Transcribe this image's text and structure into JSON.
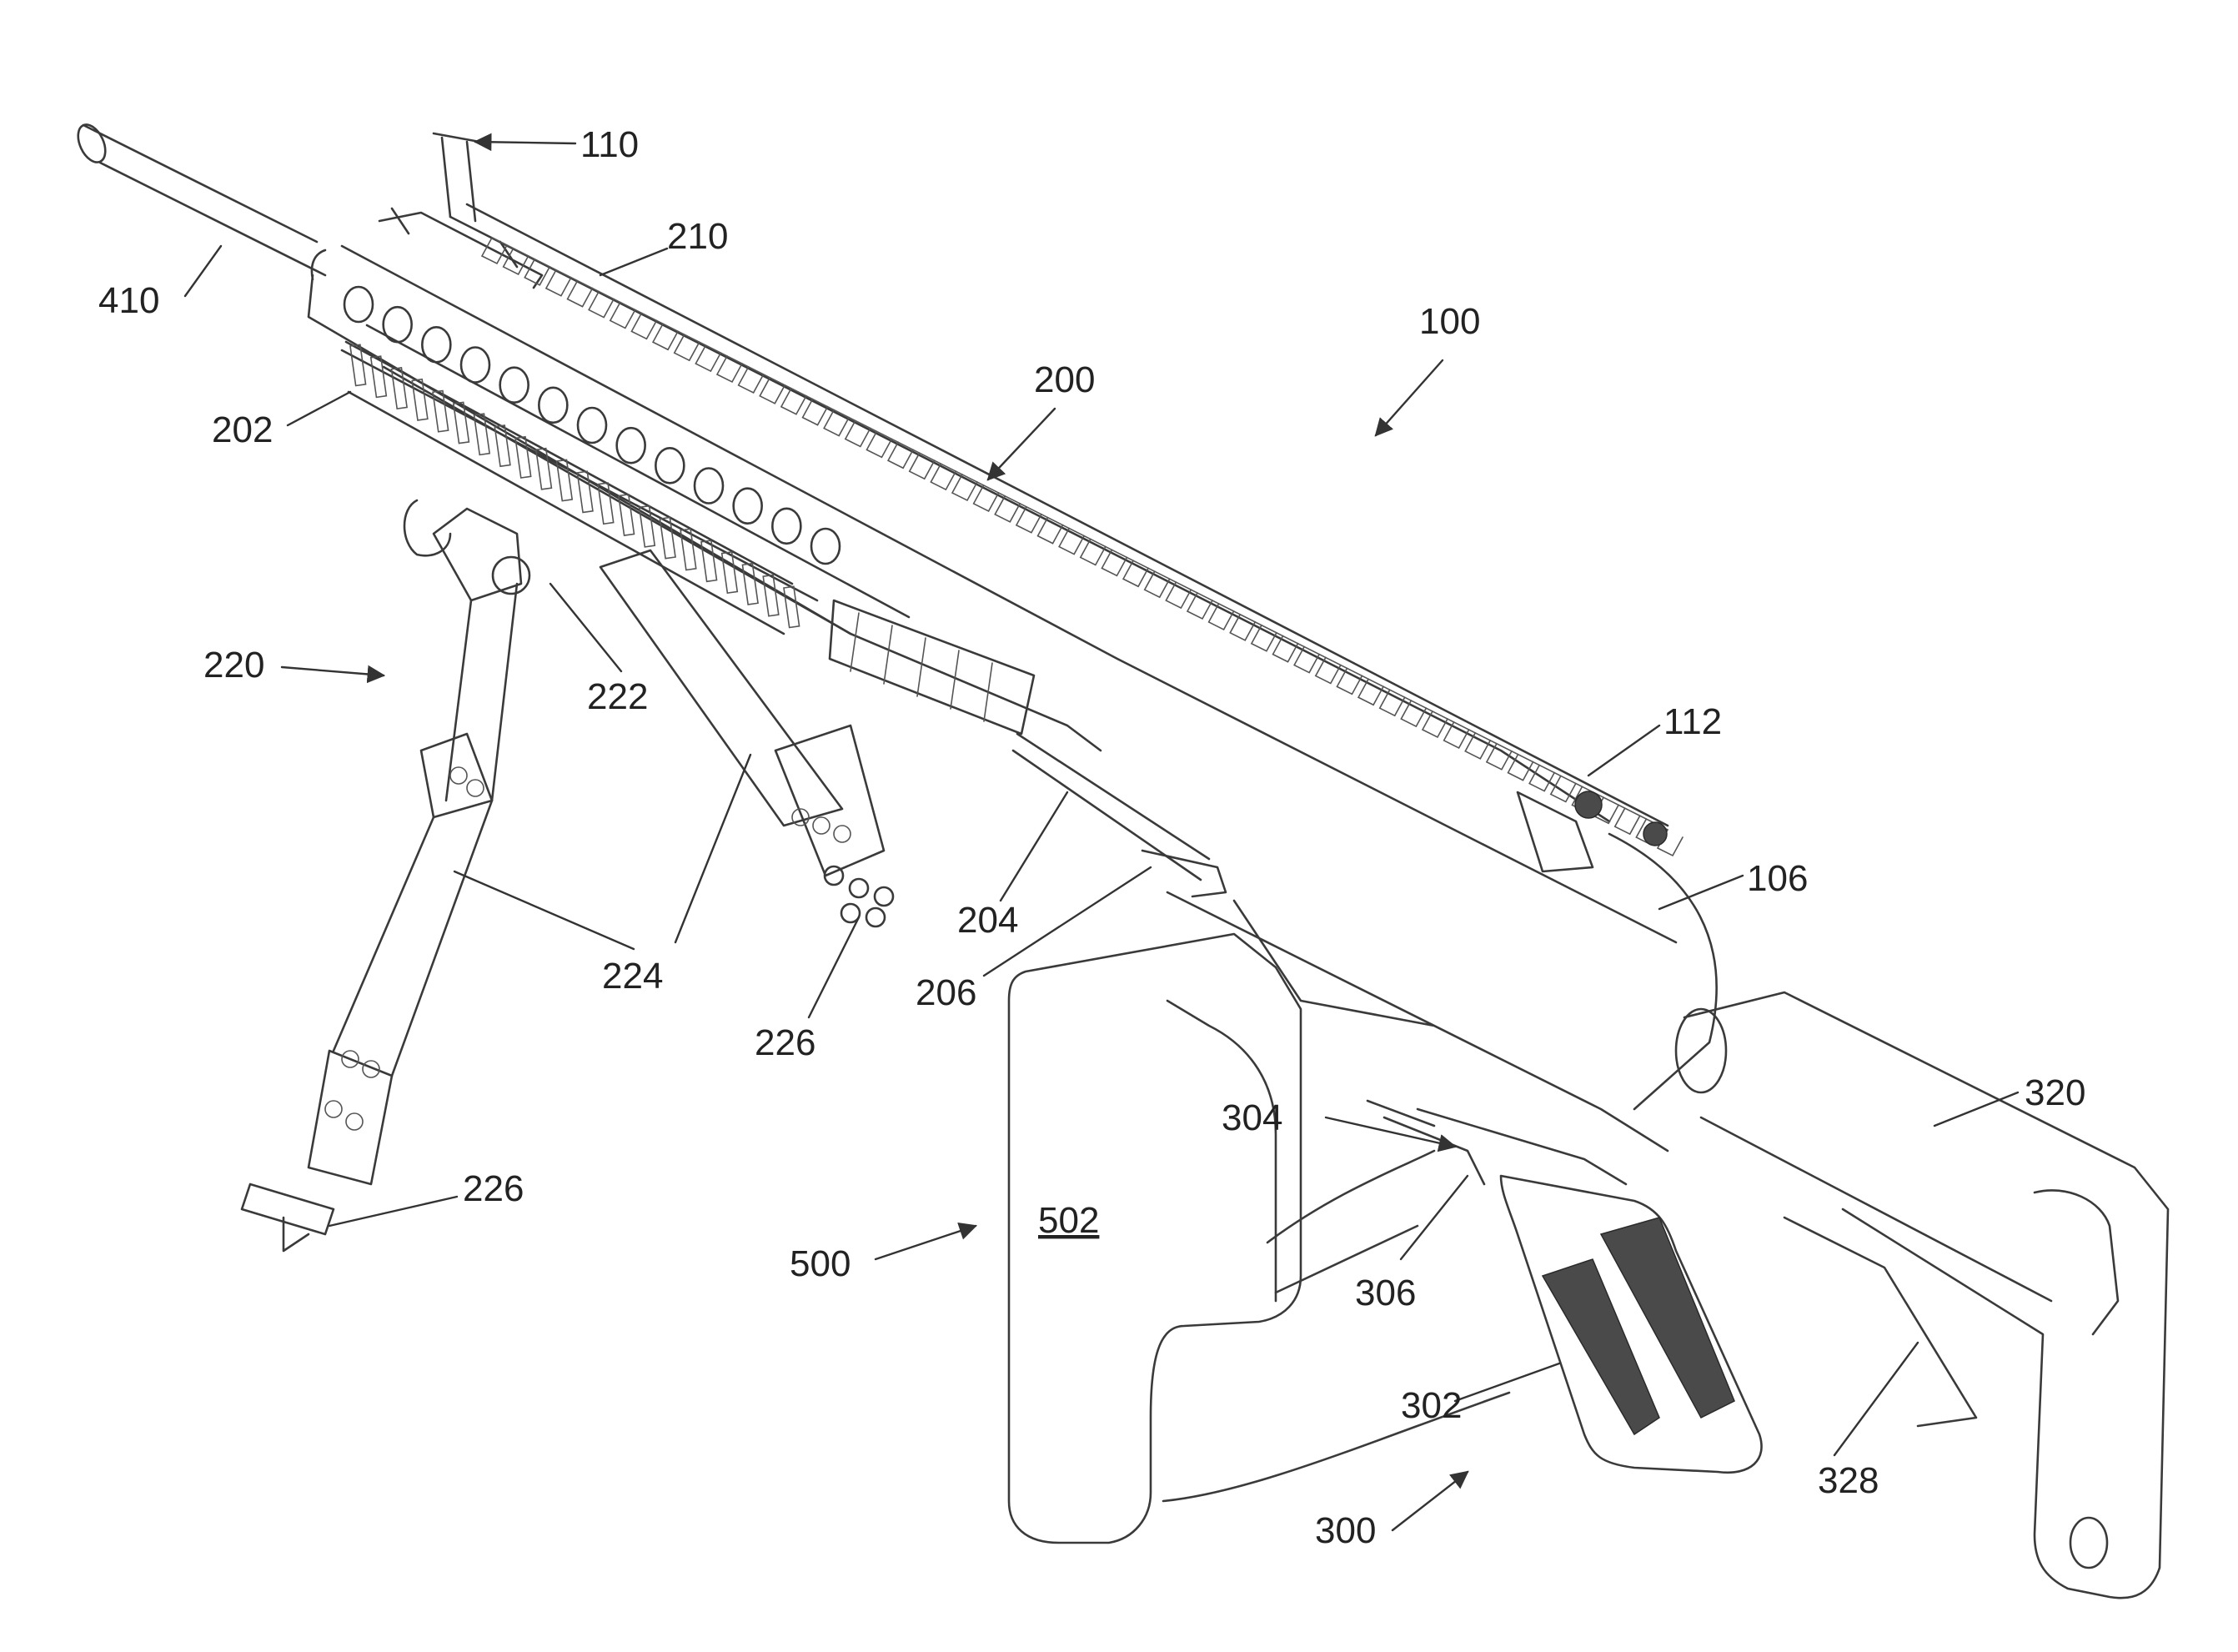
{
  "figure": {
    "reference_labels": [
      {
        "id": "110",
        "text": "110"
      },
      {
        "id": "210",
        "text": "210"
      },
      {
        "id": "410",
        "text": "410"
      },
      {
        "id": "100",
        "text": "100"
      },
      {
        "id": "200",
        "text": "200"
      },
      {
        "id": "202",
        "text": "202"
      },
      {
        "id": "220",
        "text": "220"
      },
      {
        "id": "222",
        "text": "222"
      },
      {
        "id": "224",
        "text": "224"
      },
      {
        "id": "226a",
        "text": "226"
      },
      {
        "id": "226b",
        "text": "226"
      },
      {
        "id": "204",
        "text": "204"
      },
      {
        "id": "206",
        "text": "206"
      },
      {
        "id": "112",
        "text": "112"
      },
      {
        "id": "106",
        "text": "106"
      },
      {
        "id": "320",
        "text": "320"
      },
      {
        "id": "304",
        "text": "304"
      },
      {
        "id": "306",
        "text": "306"
      },
      {
        "id": "502",
        "text": "502"
      },
      {
        "id": "500",
        "text": "500"
      },
      {
        "id": "302",
        "text": "302"
      },
      {
        "id": "328",
        "text": "328"
      },
      {
        "id": "300",
        "text": "300"
      }
    ]
  }
}
